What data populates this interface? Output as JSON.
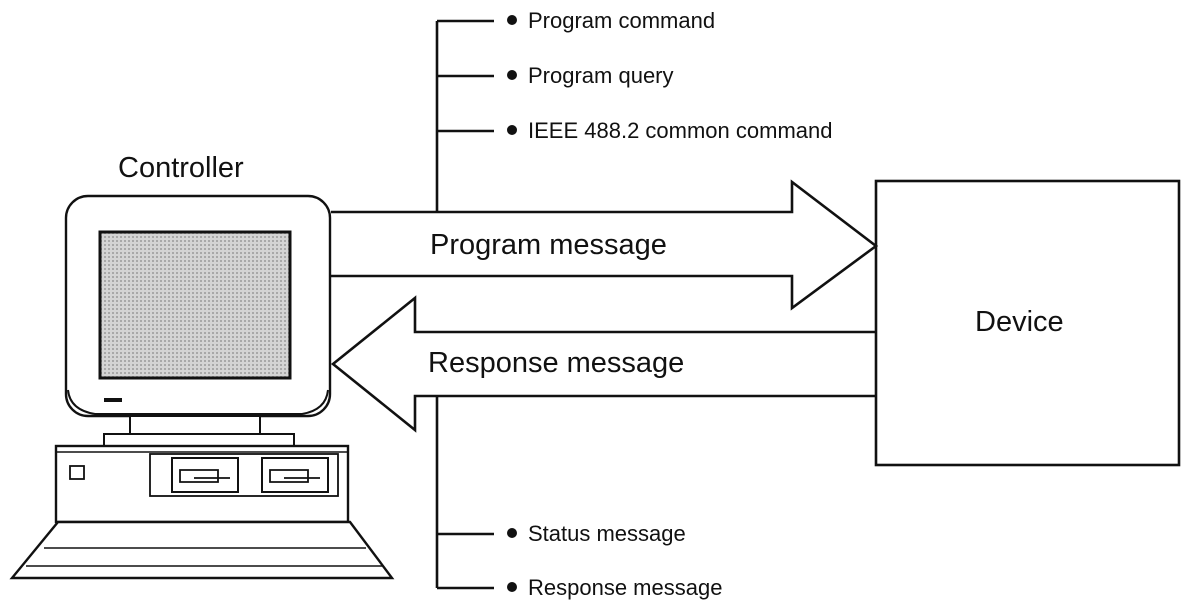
{
  "colors": {
    "stroke": "#111111",
    "screen_fill": "#c8c8c8",
    "background": "#ffffff"
  },
  "labels": {
    "controller": "Controller",
    "device": "Device",
    "program_message": "Program message",
    "response_message_arrow": "Response message"
  },
  "program_message_items": [
    "Program command",
    "Program query",
    "IEEE 488.2 common command"
  ],
  "response_message_items": [
    "Status message",
    "Response message"
  ]
}
